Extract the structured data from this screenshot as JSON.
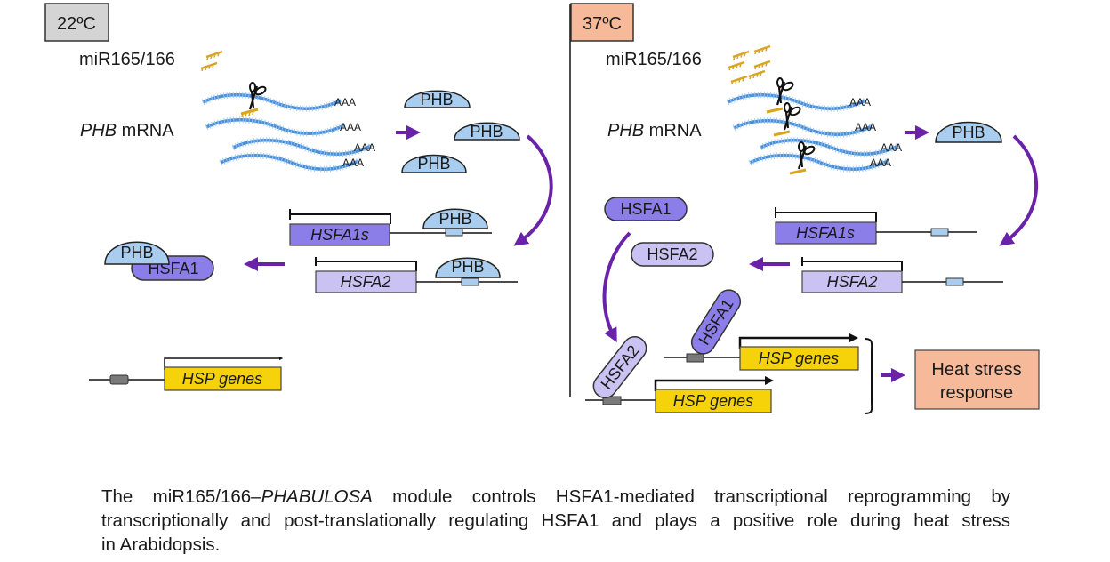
{
  "colors": {
    "phb_fill": "#a9cdee",
    "hsfa1_fill": "#8b7ee8",
    "hsfa2_fill": "#c9c2f2",
    "hsp_fill": "#f5d20a",
    "arrow": "#6a23a8",
    "mrna": "#4a90d9",
    "mirna": "#d9a520",
    "temp22_fill": "#d4d4d4",
    "temp37_fill": "#f6b99a",
    "response_fill": "#f6b99a",
    "promoter_box": "#7a7a7a"
  },
  "left_panel": {
    "temperature": "22ºC",
    "mirna_label": "miR165/166",
    "mrna_label_italic": "PHB",
    "mrna_label_rest": " mRNA",
    "polyA": [
      "AAA",
      "AAA",
      "AAA",
      "AAA"
    ],
    "phb_proteins": [
      "PHB",
      "PHB",
      "PHB"
    ],
    "phb_bound": [
      "PHB",
      "PHB"
    ],
    "genes": [
      "HSFA1s",
      "HSFA2"
    ],
    "complex": {
      "top": "PHB",
      "bottom": "HSFA1"
    },
    "hsp_gene": "HSP genes"
  },
  "right_panel": {
    "temperature": "37ºC",
    "mirna_label": "miR165/166",
    "mrna_label_italic": "PHB",
    "mrna_label_rest": " mRNA",
    "polyA": [
      "AAA",
      "AAA",
      "AAA",
      "AAA"
    ],
    "phb_protein": "PHB",
    "free_proteins": [
      "HSFA1",
      "HSFA2"
    ],
    "genes": [
      "HSFA1s",
      "HSFA2"
    ],
    "bound_tfs": [
      "HSFA1",
      "HSFA2"
    ],
    "hsp_genes": [
      "HSP genes",
      "HSP genes"
    ],
    "response": [
      "Heat stress",
      "response"
    ]
  },
  "caption": {
    "line1_a": "The miR165/166–",
    "line1_italic": "PHABULOSA",
    "line1_b": " module controls HSFA1-mediated transcriptional reprogramming by",
    "line2": "transcriptionally and post-translationally regulating HSFA1 and plays a positive role during heat stress",
    "line3": "in Arabidopsis."
  }
}
